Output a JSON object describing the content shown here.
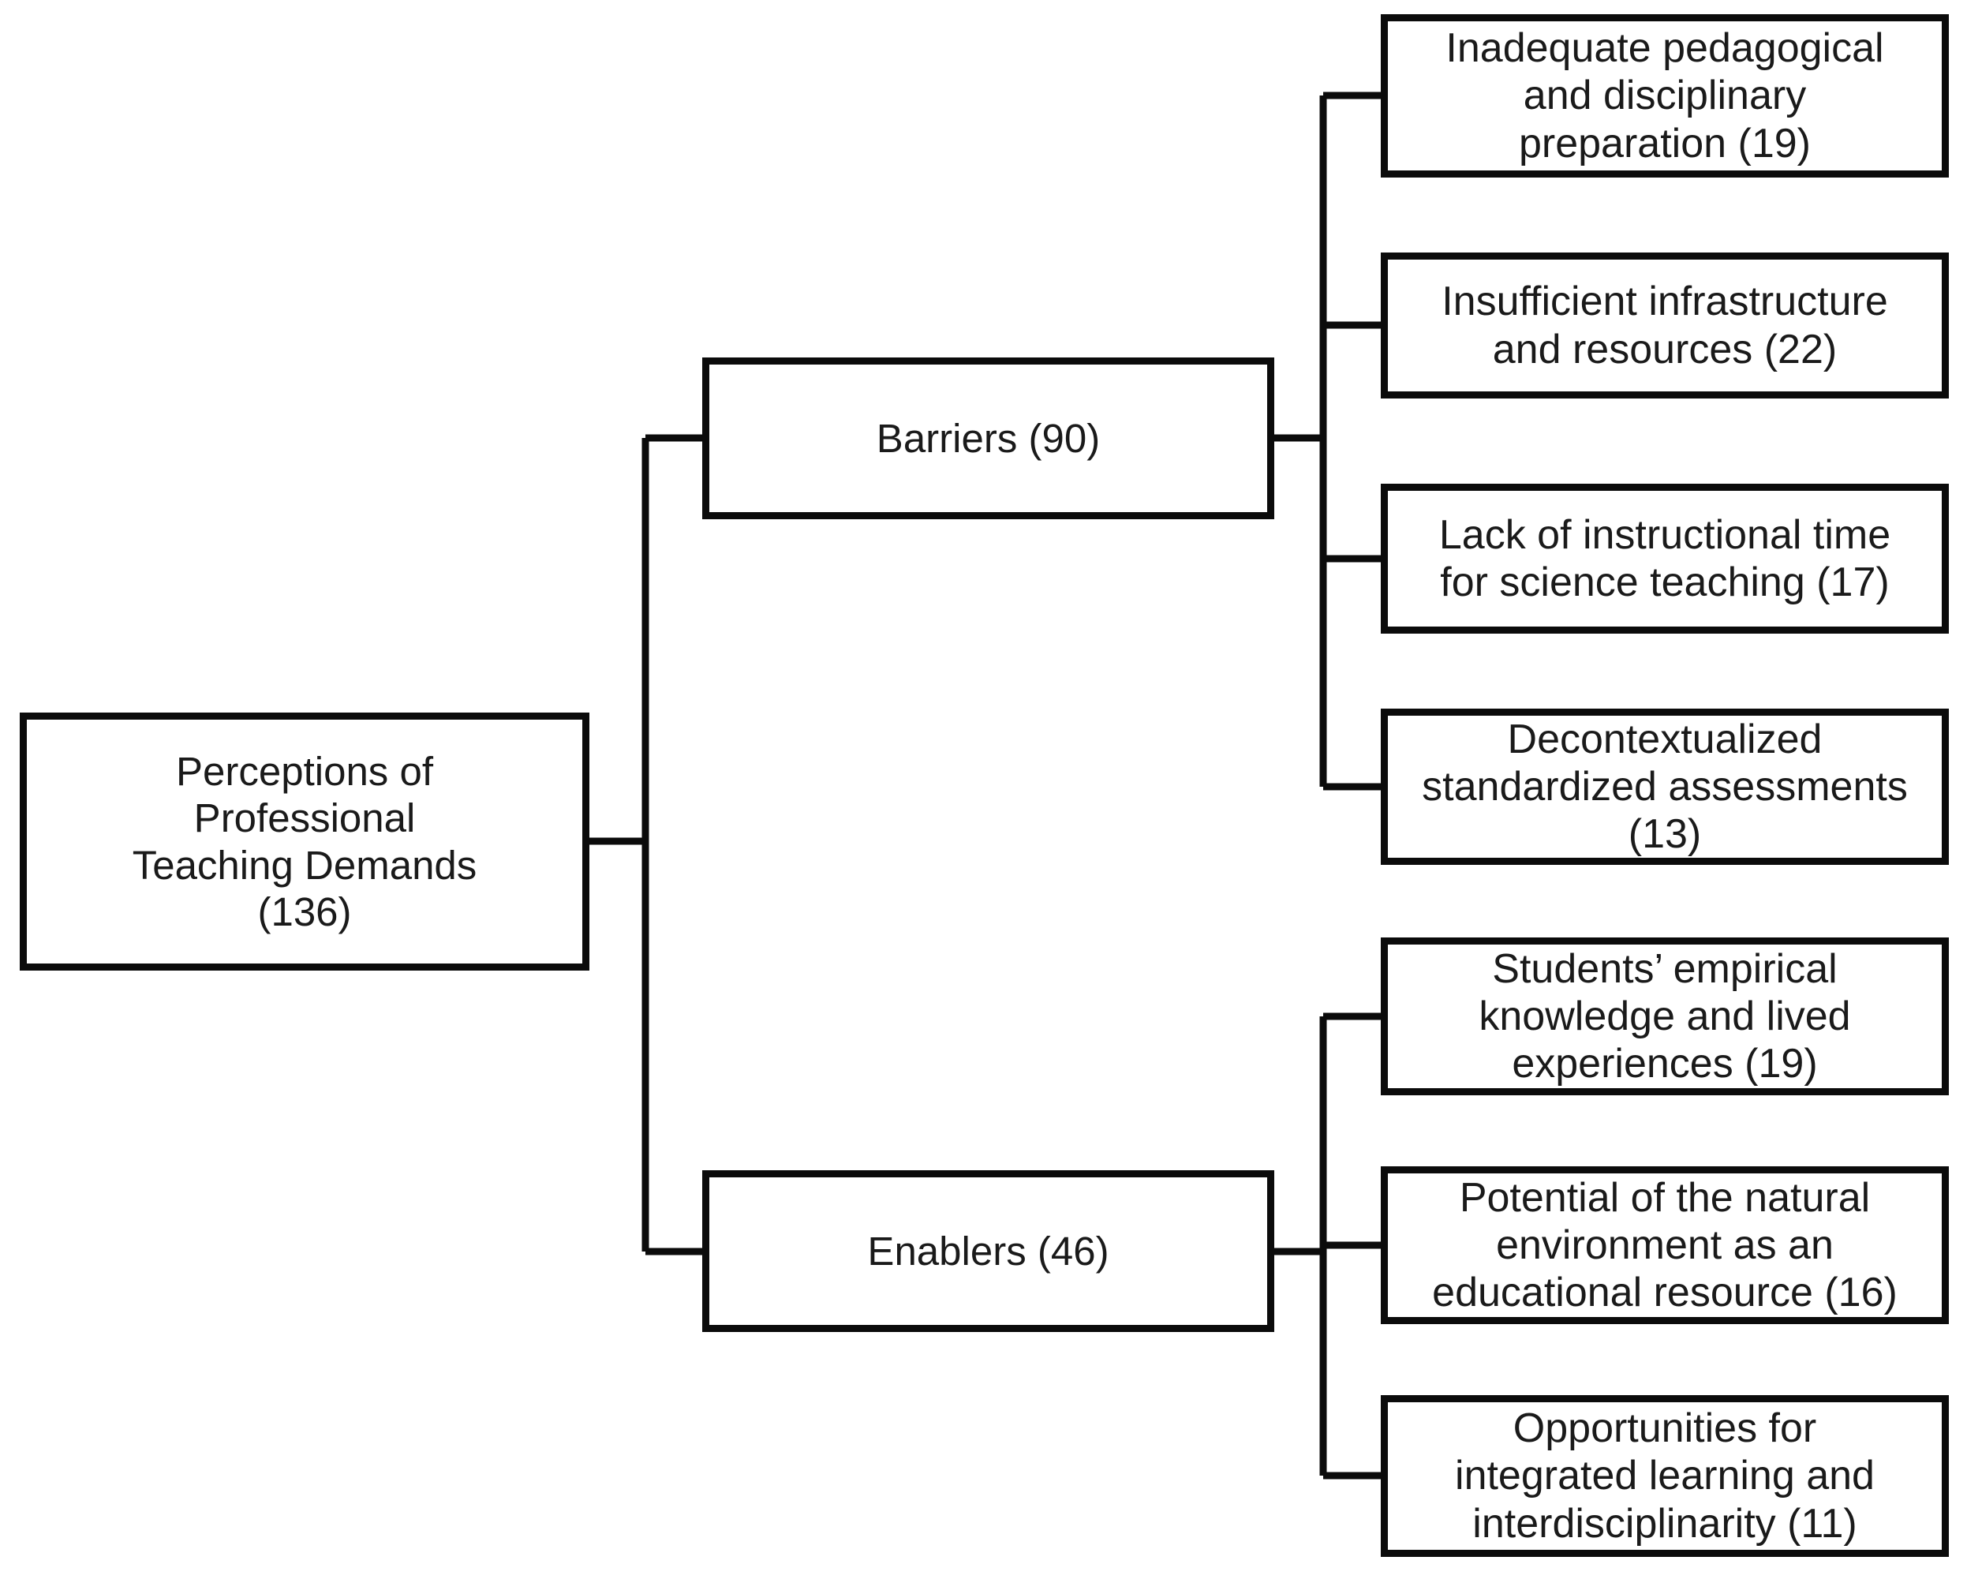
{
  "diagram": {
    "type": "hierarchy-tree",
    "orientation": "left-to-right",
    "line_color": "#0b0b0b",
    "box_fill": "#ffffff",
    "text_color": "#1a1a1a",
    "root": {
      "label": "Perceptions of\nProfessional\nTeaching Demands\n(136)",
      "name": "Perceptions of Professional Teaching Demands",
      "count": 136
    },
    "branches": [
      {
        "id": "barriers",
        "label": "Barriers (90)",
        "name": "Barriers",
        "count": 90,
        "children": [
          {
            "id": "b1",
            "label": "Inadequate pedagogical\nand disciplinary\npreparation (19)",
            "name": "Inadequate pedagogical and disciplinary preparation",
            "count": 19
          },
          {
            "id": "b2",
            "label": "Insufficient infrastructure\nand resources (22)",
            "name": "Insufficient infrastructure and resources",
            "count": 22
          },
          {
            "id": "b3",
            "label": "Lack of instructional time\nfor science teaching (17)",
            "name": "Lack of instructional time for science teaching",
            "count": 17
          },
          {
            "id": "b4",
            "label": "Decontextualized\nstandardized assessments\n(13)",
            "name": "Decontextualized standardized assessments",
            "count": 13
          }
        ]
      },
      {
        "id": "enablers",
        "label": "Enablers (46)",
        "name": "Enablers",
        "count": 46,
        "children": [
          {
            "id": "e1",
            "label": "Students’ empirical\nknowledge and lived\nexperiences (19)",
            "name": "Students’ empirical knowledge and lived experiences",
            "count": 19
          },
          {
            "id": "e2",
            "label": "Potential of the natural\nenvironment as an\neducational resource (16)",
            "name": "Potential of the natural environment as an educational resource",
            "count": 16
          },
          {
            "id": "e3",
            "label": "Opportunities for\nintegrated learning and\ninterdisciplinarity (11)",
            "name": "Opportunities for integrated learning and interdisciplinarity",
            "count": 11
          }
        ]
      }
    ]
  }
}
